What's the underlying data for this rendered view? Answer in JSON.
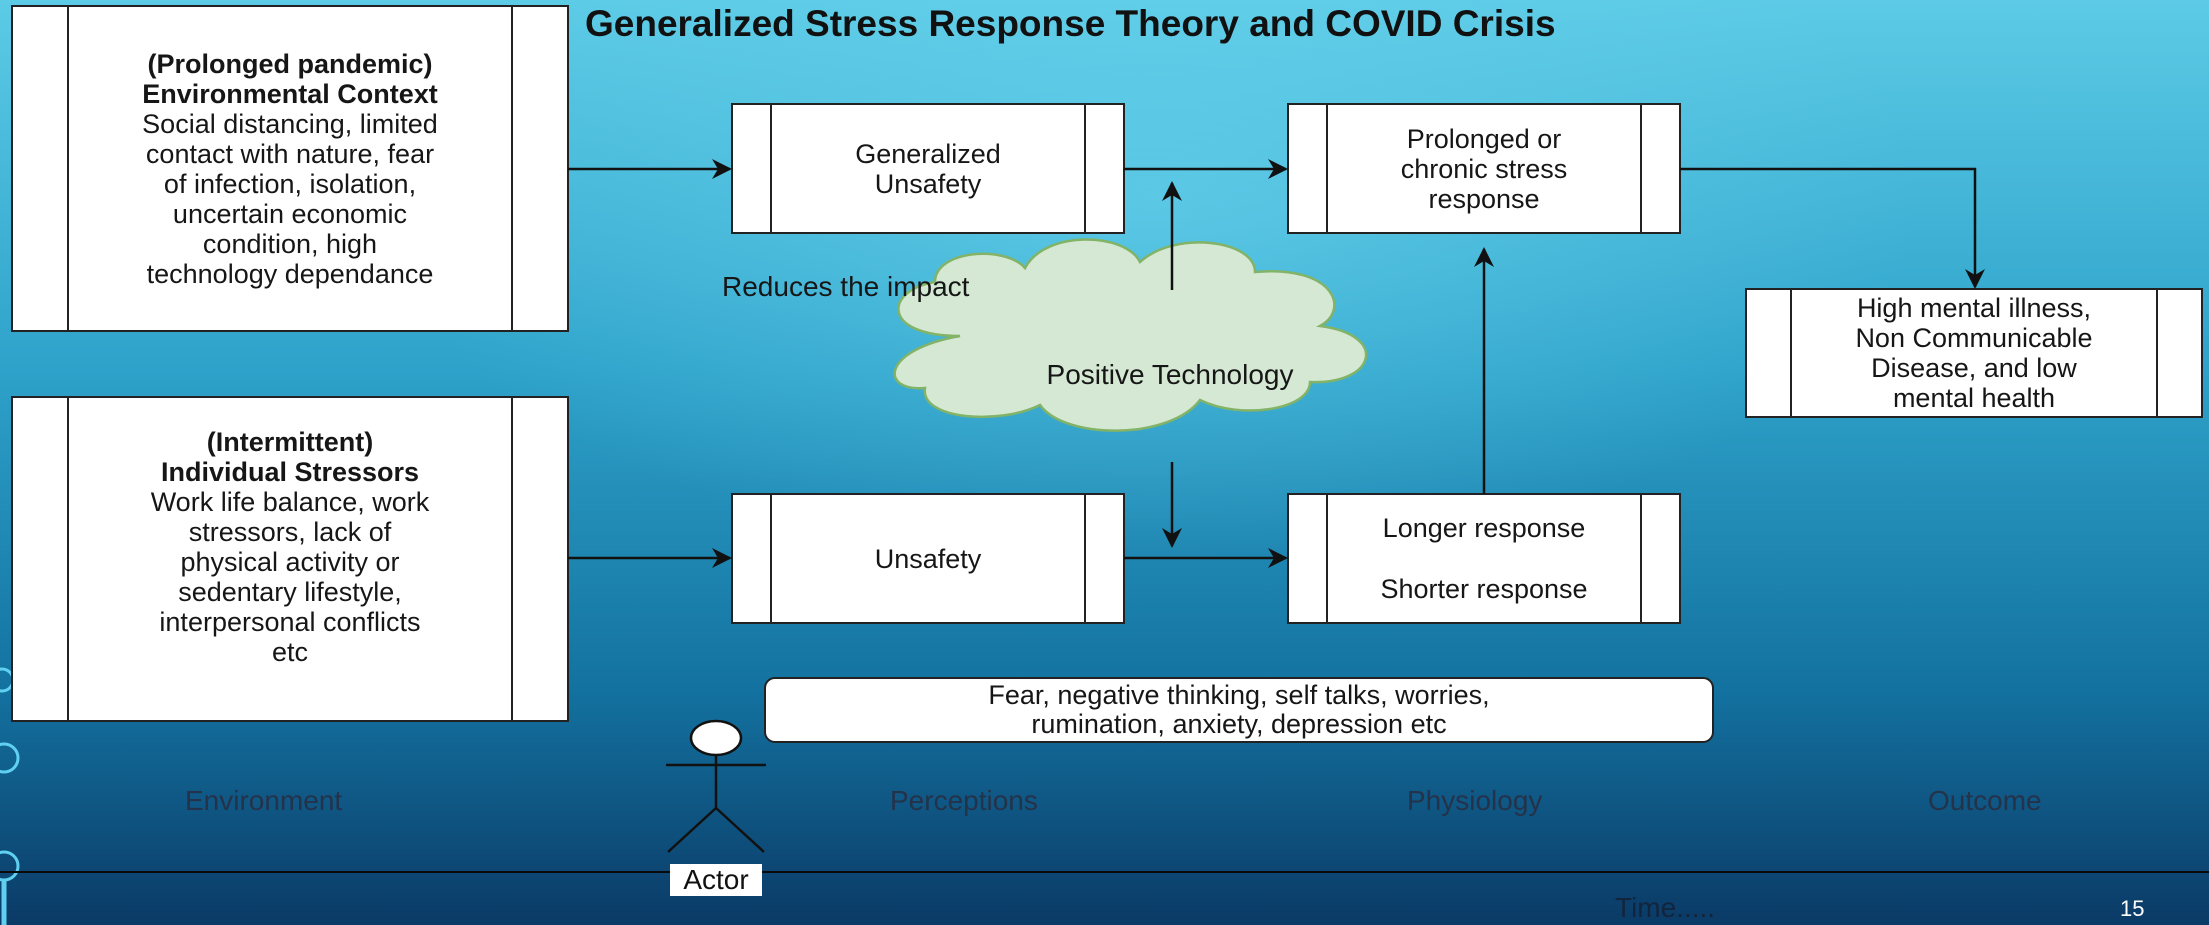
{
  "title": "Generalized Stress Response Theory and COVID Crisis",
  "environment_box": {
    "heading_1": "(Prolonged pandemic)",
    "heading_2": "Environmental Context",
    "body": "Social distancing, limited\ncontact with nature, fear\nof infection, isolation,\nuncertain economic\ncondition, high\ntechnology dependance"
  },
  "stressors_box": {
    "heading_1": "(Intermittent)",
    "heading_2": "Individual Stressors",
    "body": "Work life balance, work\nstressors, lack of\nphysical activity or\nsedentary lifestyle,\ninterpersonal conflicts\netc"
  },
  "generalized_unsafety": "Generalized\nUnsafety",
  "unsafety": "Unsafety",
  "chronic_stress": "Prolonged or\nchronic stress\nresponse",
  "longer_response": "Longer response",
  "shorter_response": "Shorter response",
  "outcome_box": "High mental illness,\nNon Communicable\nDisease, and low\nmental health",
  "reduces_impact": "Reduces the impact",
  "positive_technology": "Positive Technology",
  "perception_note": "Fear, negative thinking, self talks, worries,\nrumination, anxiety, depression etc",
  "lanes": {
    "environment": "Environment",
    "perceptions": "Perceptions",
    "physiology": "Physiology",
    "outcome": "Outcome"
  },
  "actor": "Actor",
  "time": "Time.....",
  "page_number": "15",
  "colors": {
    "box_fill": "#ffffff",
    "box_stroke": "#222222",
    "cloud_fill": "#d5e8d4",
    "cloud_stroke": "#82b366",
    "arrow": "#111111",
    "background_top": "#5ccbe6",
    "background_bottom": "#0b3a66"
  }
}
